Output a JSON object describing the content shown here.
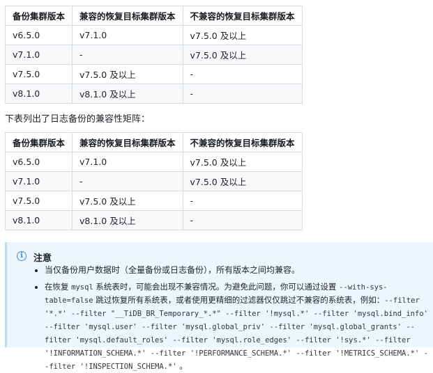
{
  "headers": [
    "备份集群版本",
    "兼容的恢复目标集群版本",
    "不兼容的恢复目标集群版本"
  ],
  "table1": {
    "rows": [
      [
        "v6.5.0",
        "v7.1.0",
        "v7.5.0 及以上"
      ],
      [
        "v7.1.0",
        "-",
        "v7.5.0 及以上"
      ],
      [
        "v7.5.0",
        "v7.5.0 及以上",
        "-"
      ],
      [
        "v8.1.0",
        "v8.1.0 及以上",
        "-"
      ]
    ]
  },
  "intro_text": "下表列出了日志备份的兼容性矩阵：",
  "table2": {
    "rows": [
      [
        "v6.5.0",
        "v7.1.0",
        "v7.5.0 及以上"
      ],
      [
        "v7.1.0",
        "-",
        "v7.5.0 及以上"
      ],
      [
        "v7.5.0",
        "v7.5.0 及以上",
        "-"
      ],
      [
        "v8.1.0",
        "v8.1.0 及以上",
        "-"
      ]
    ]
  },
  "note": {
    "icon": "info-icon",
    "title": "注意",
    "item1": "当仅备份用户数据时（全量备份或日志备份），所有版本之间均兼容。",
    "item2": {
      "t1": "在恢复 ",
      "c1": "mysql",
      "t2": " 系统表时，可能会出现不兼容情况。为避免此问题，你可以通过设置 ",
      "c2": "--with-sys-table=false",
      "t3": " 跳过",
      "t4": "恢复所有系统表，或者使用更精细的过滤器仅仅跳过不兼容的系统表，例如：",
      "c3": "--filter '*.*' --filter \"__TiDB_BR_Temporary_*.*\" --filter '!mysql.*' --filter 'mysql.bind_info' --filter 'mysql.user' --filter 'mysql.global_priv' --filter 'mysql.global_grants' --filter 'mysql.default_roles' --filter 'mysql.role_edges' --filter '!sys.*' --filter '!INFORMATION_SCHEMA.*' --filter '!PERFORMANCE_SCHEMA.*' --filter '!METRICS_SCHEMA.*' --filter '!INSPECTION_SCHEMA.*'",
      "t5": " 。"
    }
  }
}
